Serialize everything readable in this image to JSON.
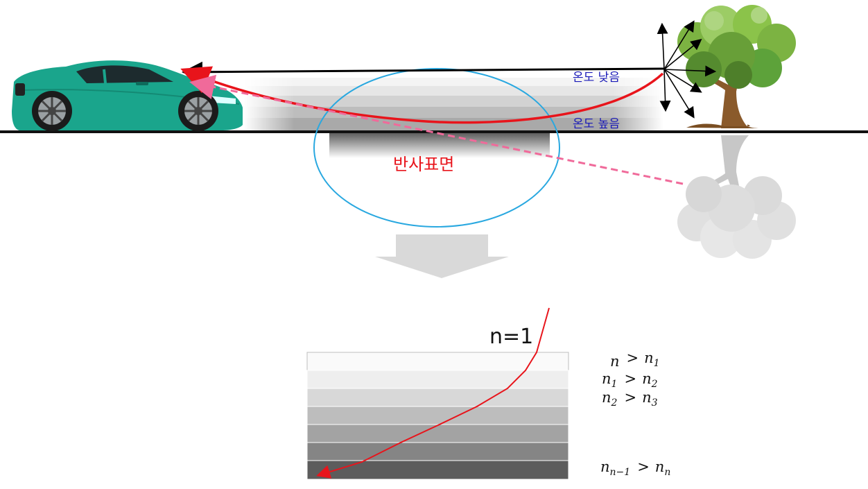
{
  "labels": {
    "temp_low": "온도 낮음",
    "temp_high": "온도 높음",
    "reflect_surface": "반사표면",
    "n_equals_1": "n=1"
  },
  "inequalities": [
    {
      "lhs": "n",
      "lhs_sub": "",
      "op": ">",
      "rhs": "n",
      "rhs_sub": "1"
    },
    {
      "lhs": "n",
      "lhs_sub": "1",
      "op": ">",
      "rhs": "n",
      "rhs_sub": "2"
    },
    {
      "lhs": "n",
      "lhs_sub": "2",
      "op": ">",
      "rhs": "n",
      "rhs_sub": "3"
    },
    {
      "lhs": "n",
      "lhs_sub": "n−1",
      "op": ">",
      "rhs": "n",
      "rhs_sub": "n"
    }
  ],
  "layers": {
    "count": 7,
    "colors": [
      "#fafafa",
      "#eeeeee",
      "#d8d8d8",
      "#bdbdbd",
      "#a3a3a3",
      "#858585",
      "#5c5c5c"
    ]
  },
  "colors": {
    "car_body": "#1aa58c",
    "ray_red": "#e8141b",
    "ray_pink": "#f06a9a",
    "ellipse": "#29a8e0",
    "tree_green": "#5da23a",
    "ground": "#111111"
  }
}
